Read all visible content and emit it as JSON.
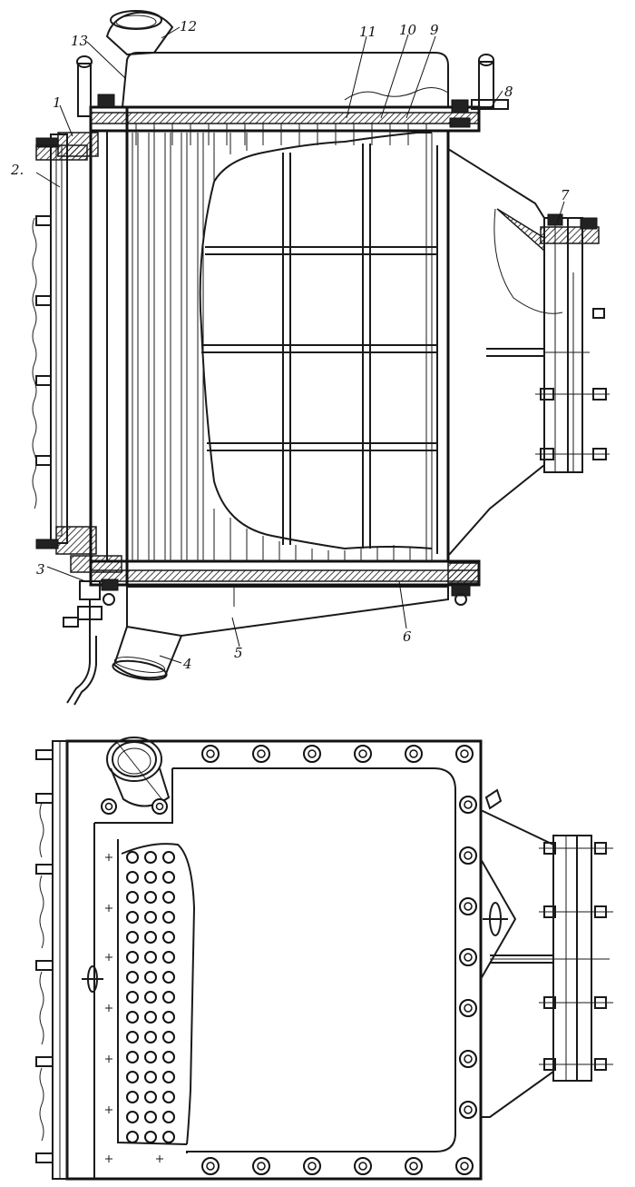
{
  "labels": {
    "l1": "1",
    "l2": "2.",
    "l3": "3",
    "l4": "4",
    "l5": "5",
    "l6": "6",
    "l7": "7",
    "l8": "8",
    "l9": "9",
    "l10": "10",
    "l11": "11",
    "l12": "12",
    "l13": "13"
  },
  "colors": {
    "line": "#1a1a1a",
    "background": "#ffffff"
  }
}
